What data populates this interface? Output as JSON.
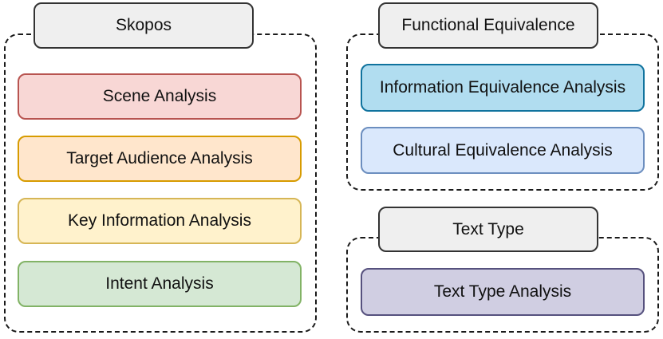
{
  "skopos": {
    "title": "Skopos",
    "items": [
      {
        "label": "Scene Analysis",
        "fill": "#f8d7d5",
        "stroke": "#b85450"
      },
      {
        "label": "Target Audience Analysis",
        "fill": "#ffe6cc",
        "stroke": "#d79b00"
      },
      {
        "label": "Key Information Analysis",
        "fill": "#fff2cc",
        "stroke": "#d6b656"
      },
      {
        "label": "Intent Analysis",
        "fill": "#d5e8d4",
        "stroke": "#82b366"
      }
    ]
  },
  "functional_equivalence": {
    "title": "Functional Equivalence",
    "items": [
      {
        "label": "Information Equivalence Analysis",
        "fill": "#b1ddf0",
        "stroke": "#10739e"
      },
      {
        "label": "Cultural Equivalence Analysis",
        "fill": "#dae8fc",
        "stroke": "#6c8ebf"
      }
    ]
  },
  "text_type": {
    "title": "Text Type",
    "items": [
      {
        "label": "Text Type Analysis",
        "fill": "#d0cee2",
        "stroke": "#56517e"
      }
    ]
  }
}
